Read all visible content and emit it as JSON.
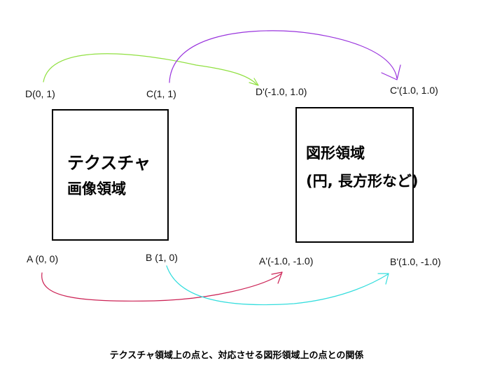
{
  "diagram": {
    "texture_box": {
      "title_line1": "テクスチャ",
      "title_line2": "画像領域",
      "corners": {
        "d": "D(0, 1)",
        "c": "C(1, 1)",
        "a": "A (0, 0)",
        "b": "B (1, 0)"
      }
    },
    "shape_box": {
      "title_line1": "図形領域",
      "title_line2": "(円, 長方形など)",
      "corners": {
        "d": "D'(-1.0, 1.0)",
        "c": "C'(1.0, 1.0)",
        "a": "A'(-1.0, -1.0)",
        "b": "B'(1.0, -1.0)"
      }
    },
    "caption": "テクスチャ領域上の点と、対応させる図形領域上の点との関係"
  },
  "colors": {
    "d_arrow": "#90e040",
    "c_arrow": "#9933dd",
    "a_arrow": "#cc2255",
    "b_arrow": "#33dddd"
  }
}
